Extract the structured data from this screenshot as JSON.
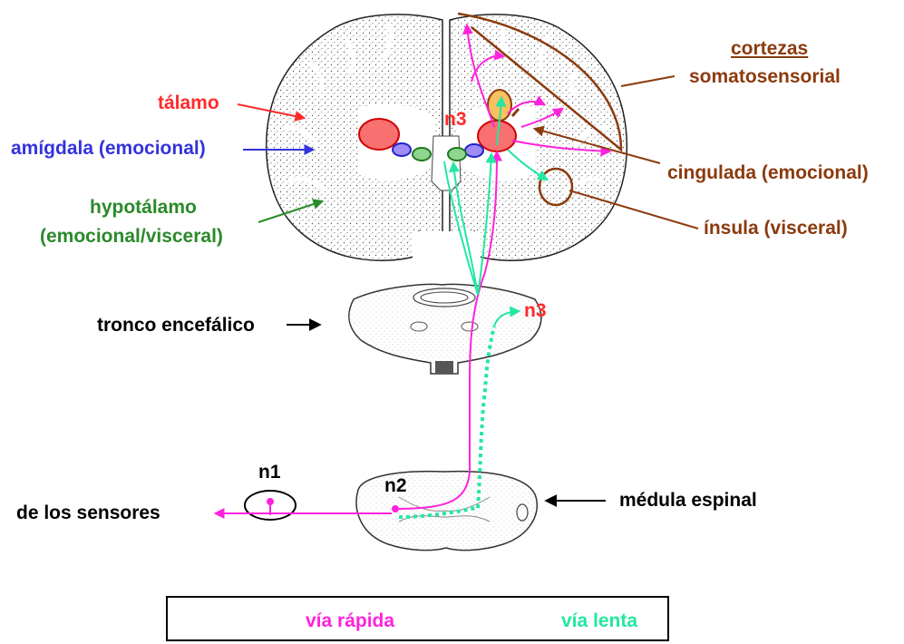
{
  "colors": {
    "fast": "#ff22dd",
    "slow": "#22e8a0",
    "thalamus": "#ff2a2a",
    "amygdala": "#3333dd",
    "hypothalamus": "#2a8a2a",
    "cortex": "#8b3a0e",
    "black": "#000000"
  },
  "labels": {
    "thalamus": "tálamo",
    "amygdala": "amígdala (emocional)",
    "hypothalamus_1": "hypotálamo",
    "hypothalamus_2": "(emocional/visceral)",
    "cortices_title": "cortezas",
    "somatosensory": "somatosensorial",
    "cingulate": "cingulada (emocional)",
    "insula": "ínsula (visceral)",
    "brainstem": "tronco encefálico",
    "spinal_cord": "médula espinal",
    "sensors": "de los sensores",
    "n1": "n1",
    "n2": "n2",
    "n3_cortex": "n3",
    "n3_brainstem": "n3"
  },
  "legend": {
    "fast_label": "vía rápida",
    "slow_label": "vía lenta"
  }
}
